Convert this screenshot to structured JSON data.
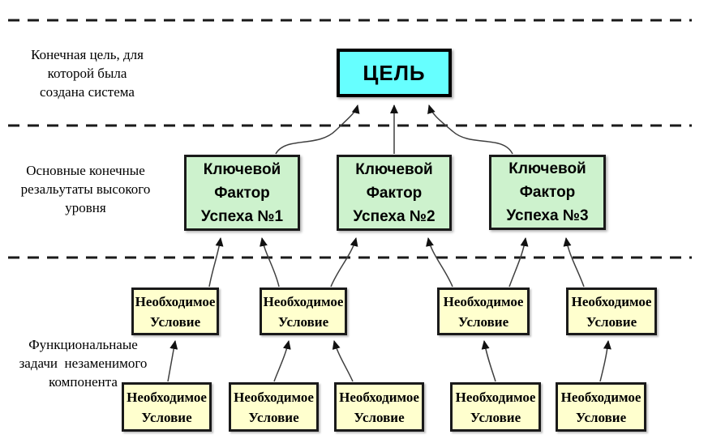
{
  "diagram": {
    "colors": {
      "goal_fill": "#66FFFF",
      "factor_fill": "#CDF2CD",
      "condition_fill": "#FFFFCE",
      "separator_line": "#1a1a1a",
      "arrow_line": "#3f3f3f"
    },
    "side_labels": [
      {
        "id": "goal-level",
        "text": "Конечная цель, для\nкоторой была\nсоздана система"
      },
      {
        "id": "results-level",
        "text": "Основные конечные\nрезальутаты высокого\nуровня"
      },
      {
        "id": "tasks-level",
        "text": "Функциональнаые\nзадачи  незаменимого\nкомпонента"
      }
    ],
    "goal": {
      "label": "ЦЕЛЬ"
    },
    "key_success_factors": [
      {
        "label": "Ключевой\nФактор\nУспеха №1"
      },
      {
        "label": "Ключевой\nФактор\nУспеха №2"
      },
      {
        "label": "Ключевой\nФактор\nУспеха №3"
      }
    ],
    "mid_conditions": [
      {
        "label": "Необходимое\nУсловие"
      },
      {
        "label": "Необходимое\nУсловие"
      },
      {
        "label": "Необходимое\nУсловие"
      },
      {
        "label": "Необходимое\nУсловие"
      }
    ],
    "bottom_conditions": [
      {
        "label": "Необходимое\nУсловие"
      },
      {
        "label": "Необходимое\nУсловие"
      },
      {
        "label": "Необходимое\nУсловие"
      },
      {
        "label": "Необходимое\nУсловие"
      },
      {
        "label": "Необходимое\nУсловие"
      }
    ]
  }
}
